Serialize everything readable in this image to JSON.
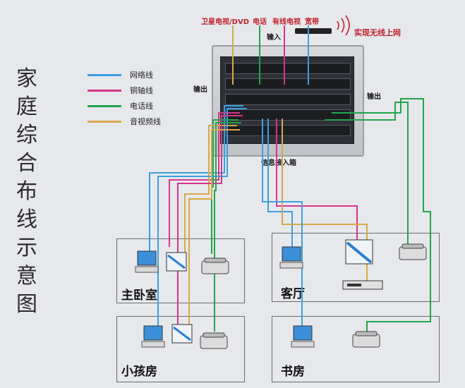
{
  "title_chars": [
    "家",
    "庭",
    "综",
    "合",
    "布",
    "线",
    "示",
    "意",
    "图"
  ],
  "legend": [
    {
      "label": "网络线",
      "color": "#3aa0e0"
    },
    {
      "label": "铜轴线",
      "color": "#d9348a"
    },
    {
      "label": "电话线",
      "color": "#22a64a"
    },
    {
      "label": "音视频线",
      "color": "#d8a84a"
    }
  ],
  "top_labels": {
    "satellite": "卫星电视/DVD",
    "phone": "电话",
    "cable_tv": "有线电视",
    "broadband": "宽带",
    "wireless": "实现无线上网"
  },
  "labels": {
    "input": "输入",
    "output_left": "输出",
    "output_right": "输出",
    "info_box": "信息接入箱"
  },
  "rooms": {
    "master": "主卧室",
    "living": "客厅",
    "kids": "小孩房",
    "study": "书房"
  },
  "colors": {
    "network": "#3aa0e0",
    "coax": "#d9348a",
    "phone": "#22a64a",
    "av": "#d8a84a",
    "title_red": "#c0202a"
  }
}
